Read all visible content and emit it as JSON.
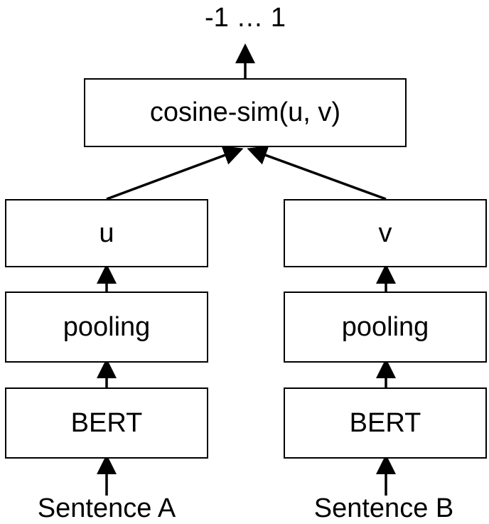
{
  "output_label": "-1 … 1",
  "cosine_box": "cosine-sim(u, v)",
  "left": {
    "vector": "u",
    "pooling": "pooling",
    "encoder": "BERT",
    "input": "Sentence A"
  },
  "right": {
    "vector": "v",
    "pooling": "pooling",
    "encoder": "BERT",
    "input": "Sentence B"
  }
}
